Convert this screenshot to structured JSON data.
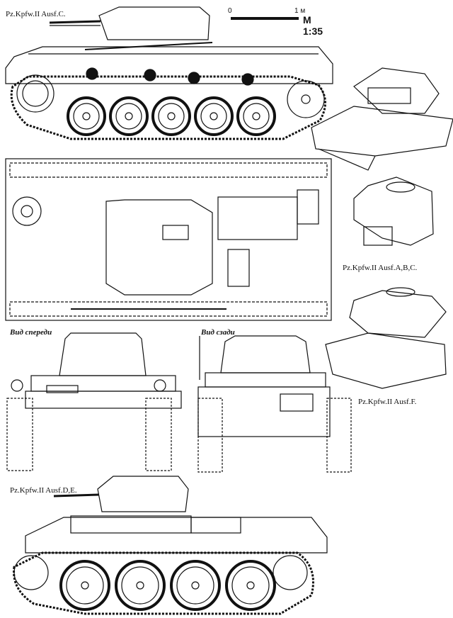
{
  "labels": {
    "top_title": "Pz.Kpfw.II Ausf.C.",
    "scale_zero": "0",
    "scale_one": "1 м",
    "scale_ratio": "М 1:35",
    "variants_abc": "Pz.Kpfw.II Ausf.A,B,C.",
    "front_view": "Вид спереди",
    "rear_view": "Вид сзади",
    "ausf_f": "Pz.Kpfw.II Ausf.F.",
    "ausf_de": "Pz.Kpfw.II Ausf.D,E."
  }
}
